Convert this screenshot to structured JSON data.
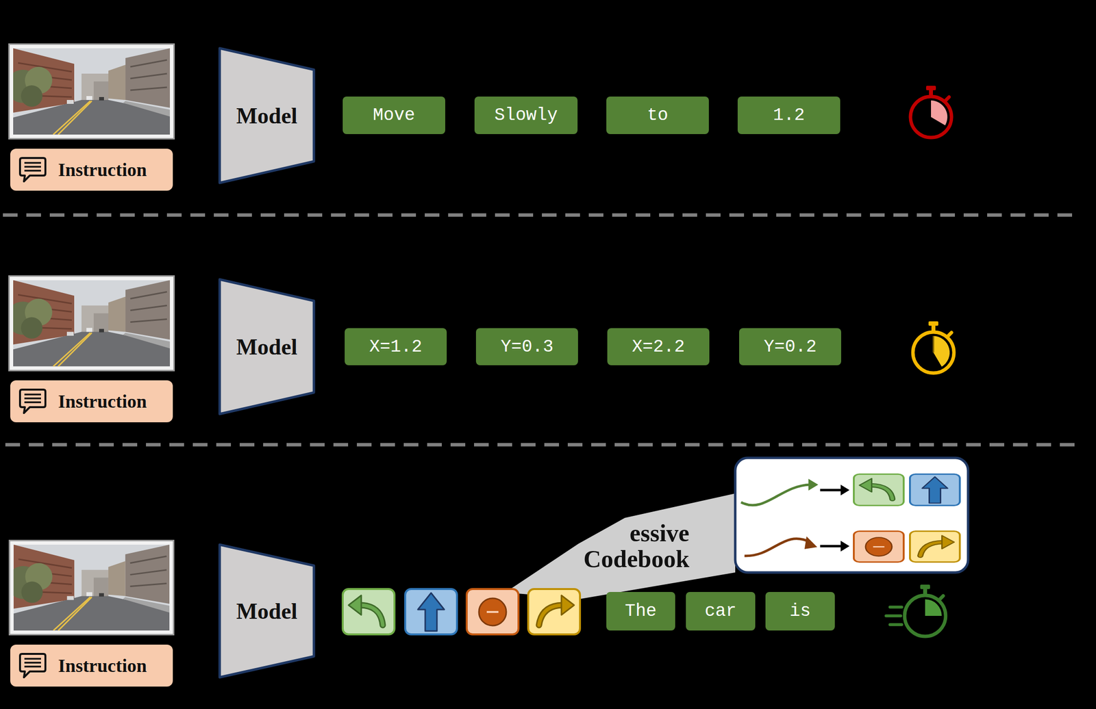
{
  "diagram": {
    "nodes": [
      {
        "text": [
          "Instruction"
        ]
      },
      {
        "text": [
          "Model"
        ]
      },
      {
        "text": [
          "Move"
        ]
      },
      {
        "text": [
          "Slowly"
        ]
      },
      {
        "text": [
          "to"
        ]
      },
      {
        "text": [
          "1.2"
        ]
      },
      {
        "text": [
          "Instruction"
        ]
      },
      {
        "text": [
          "Model"
        ]
      },
      {
        "text": [
          "X=1.2"
        ]
      },
      {
        "text": [
          "Y=0.3"
        ]
      },
      {
        "text": [
          "X=2.2"
        ]
      },
      {
        "text": [
          "Y=0.2"
        ]
      },
      {
        "text": [
          "Instruction"
        ]
      },
      {
        "text": [
          "Model"
        ]
      },
      {
        "text": [
          "The"
        ]
      },
      {
        "text": [
          "car"
        ]
      },
      {
        "text": [
          "is"
        ]
      }
    ],
    "labels": [
      "essive Codebook"
    ]
  }
}
